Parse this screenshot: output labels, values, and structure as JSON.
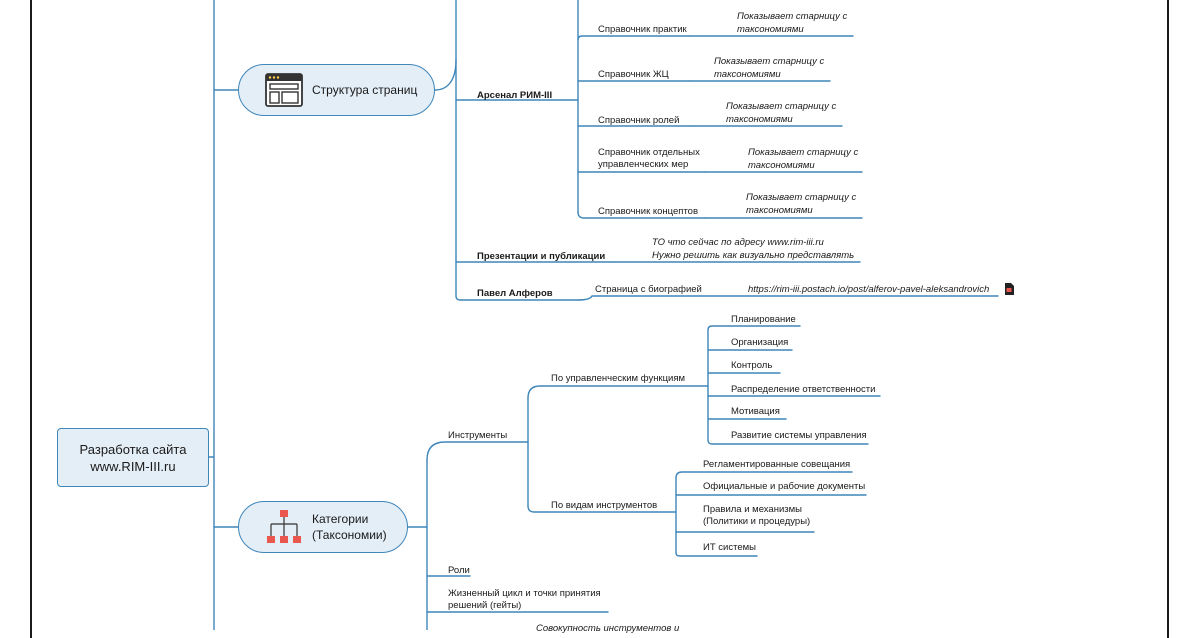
{
  "root": {
    "line1": "Разработка  сайта",
    "line2": "www.RIM-III.ru"
  },
  "structure": {
    "label": "Структура страниц",
    "icon": "web-page-layout-icon",
    "arsenal": {
      "label": "Арсенал РИМ-III",
      "items": [
        {
          "line1": "Справочник практик",
          "line2": "",
          "note1": "Показывает старницу с",
          "note2": "таксономиями"
        },
        {
          "line1": "Справочник ЖЦ",
          "line2": "",
          "note1": "Показывает старницу с",
          "note2": "таксономиями"
        },
        {
          "line1": "Справочник ролей",
          "line2": "",
          "note1": "Показывает старницу с",
          "note2": "таксономиями"
        },
        {
          "line1": "Справочник отдельных",
          "line2": "управленческих мер",
          "note1": "Показывает старницу с",
          "note2": "таксономиями"
        },
        {
          "line1": "Справочник концептов",
          "line2": "",
          "note1": "Показывает старницу с",
          "note2": "таксономиями"
        }
      ]
    },
    "presentations": {
      "label": "Презентации и публикации",
      "note1": "ТО что  сейчас  по адресу www.rim-iii.ru",
      "note2": "Нужно решить как визуально представлять"
    },
    "alferov": {
      "label": "Павел Алферов",
      "child": "Страница с биографией",
      "url": "https://rim-iii.postach.io/post/alferov-pavel-aleksandrovich",
      "attachment_icon": "pdf-attachment-icon"
    }
  },
  "categories": {
    "line1": "Категории",
    "line2": "(Таксономии)",
    "icon": "hierarchy-icon",
    "accent": "#e9574e",
    "instruments": {
      "label": "Инструменты",
      "by_functions": {
        "label": "По управленческим функциям",
        "items": [
          "Планирование",
          "Организация",
          "Контроль",
          "Распределение ответственности",
          "Мотивация",
          "Развитие системы управления"
        ]
      },
      "by_types": {
        "label": "По видам инструментов",
        "items": [
          {
            "line1": "Регламентированные совещания",
            "line2": ""
          },
          {
            "line1": "Официальные и рабочие документы",
            "line2": ""
          },
          {
            "line1": "Правила  и  механизмы",
            "line2": "(Политики и процедуры)"
          },
          {
            "line1": "ИТ системы",
            "line2": ""
          }
        ]
      }
    },
    "roles": "Роли",
    "lifecycle": {
      "line1": "Жизненный цикл и точки принятия",
      "line2": "решений (гейты)"
    },
    "partial_note": "Совокупность инструментов и"
  },
  "colors": {
    "line": "#3f86b9",
    "node_fill": "#e4eef7",
    "frame": "#1a1a1a"
  }
}
